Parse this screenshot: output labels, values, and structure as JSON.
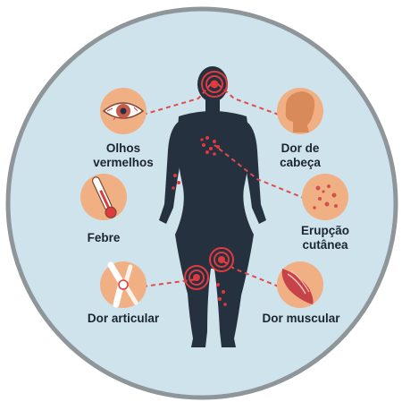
{
  "symptoms": [
    {
      "id": "eye",
      "line1": "Olhos",
      "line2": "vermelhos",
      "icon": "eye-icon"
    },
    {
      "id": "head",
      "line1": "Dor de",
      "line2": "cabeça",
      "icon": "head-silhouette-icon"
    },
    {
      "id": "fever",
      "line1": "Febre",
      "line2": "",
      "icon": "thermometer-icon"
    },
    {
      "id": "rash",
      "line1": "Erupção",
      "line2": "cutânea",
      "icon": "skin-rash-icon"
    },
    {
      "id": "joint",
      "line1": "Dor articular",
      "line2": "",
      "icon": "knee-joint-icon"
    },
    {
      "id": "muscle",
      "line1": "Dor muscular",
      "line2": "",
      "icon": "muscle-icon"
    }
  ],
  "colors": {
    "background_circle": "#cfe3ec",
    "ring": "#8f969a",
    "body": "#26313f",
    "accent_red": "#e03a3e",
    "icon_fill": "#f0b084",
    "dashed_line": "#e04a4a"
  }
}
